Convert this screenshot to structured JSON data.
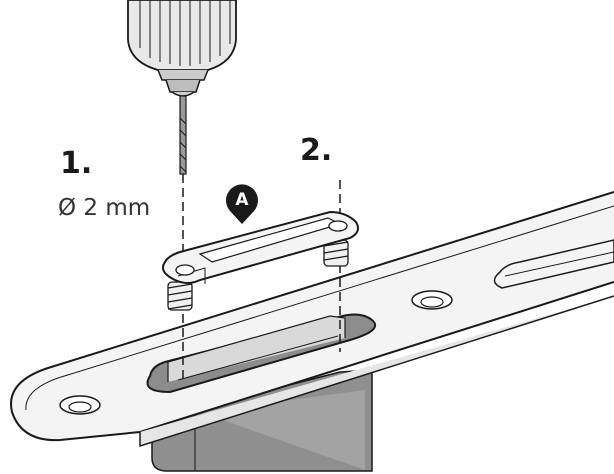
{
  "diagram": {
    "step1_label": "1.",
    "step1_note": "Ø 2 mm",
    "step2_label": "2.",
    "callout_letter": "A"
  },
  "colors": {
    "line": "#1a1a1a",
    "part_fill": "#f2f2f2",
    "shadow": "#8c8c8c",
    "box_fill": "#9a9a9a",
    "callout": "#1a1a1a"
  },
  "icons": [
    "drill-icon",
    "drill-bit-icon",
    "screw-icon"
  ]
}
